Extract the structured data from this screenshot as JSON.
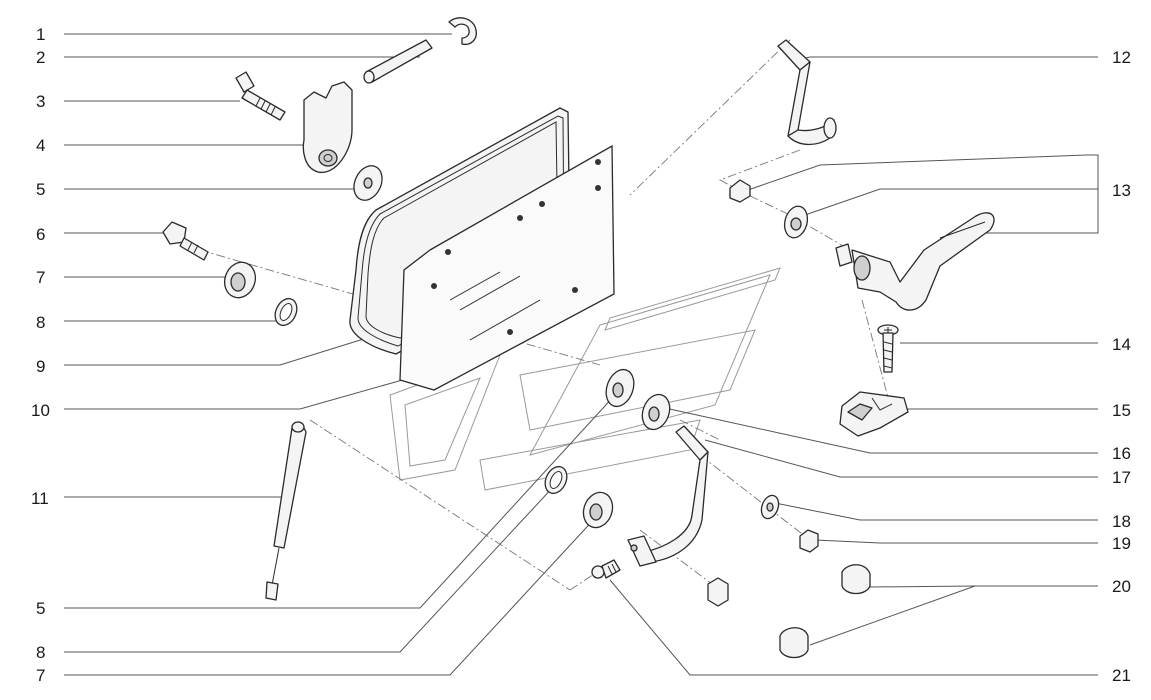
{
  "labels": {
    "l1": "1",
    "l2": "2",
    "l3": "3",
    "l4": "4",
    "l5": "5",
    "l6": "6",
    "l7": "7",
    "l8": "8",
    "l9": "9",
    "l10": "10",
    "l11": "11",
    "l5b": "5",
    "l8b": "8",
    "l7b": "7",
    "r12": "12",
    "r13": "13",
    "r14": "14",
    "r15": "15",
    "r16": "16",
    "r17": "17",
    "r18": "18",
    "r19": "19",
    "r20": "20",
    "r21": "21"
  }
}
